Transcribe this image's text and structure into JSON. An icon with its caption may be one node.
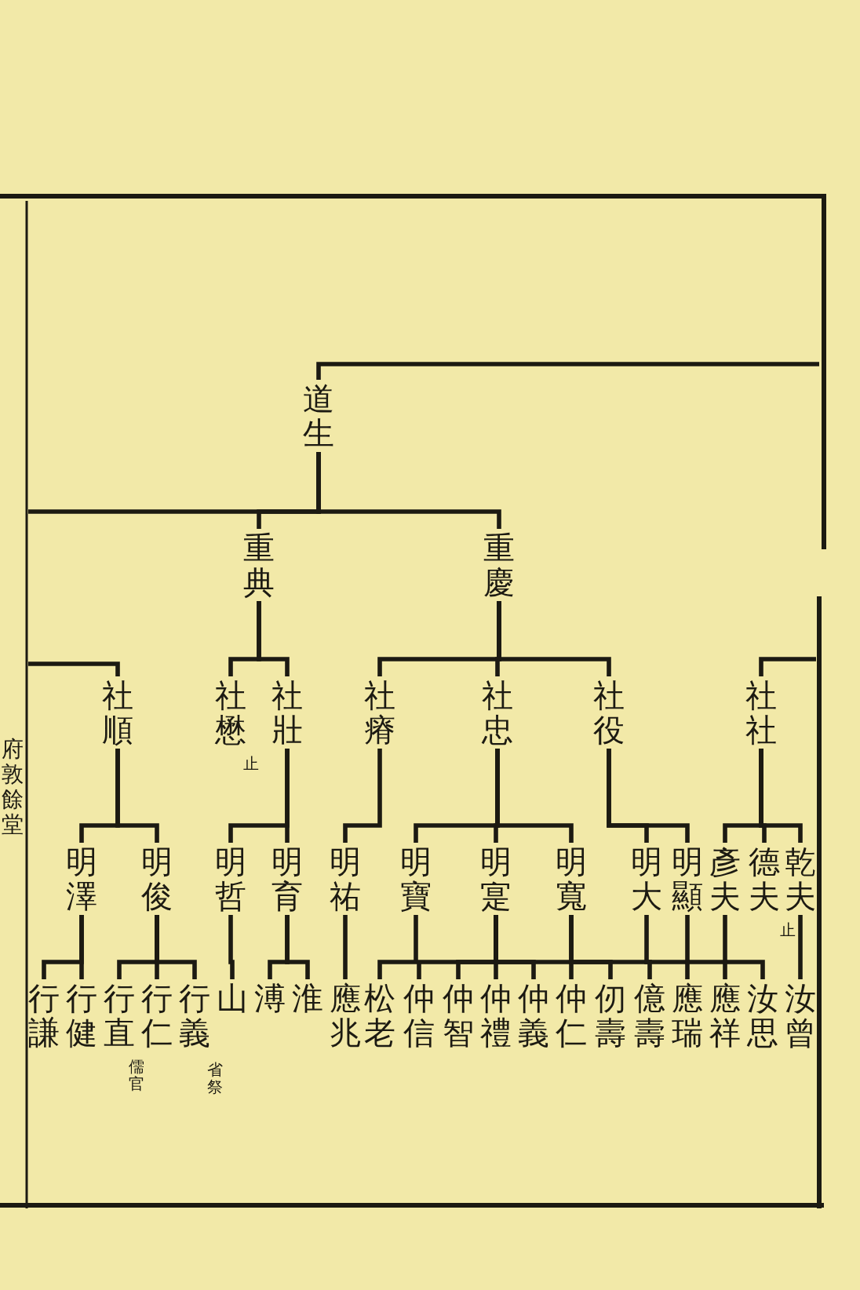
{
  "diagram": {
    "nodes": [
      {
        "text": [
          "道生"
        ]
      },
      {
        "text": [
          "重典"
        ]
      },
      {
        "text": [
          "重慶"
        ]
      },
      {
        "text": [
          "社順"
        ]
      },
      {
        "text": [
          "社懋"
        ],
        "beside": [
          "止"
        ]
      },
      {
        "text": [
          "社壯"
        ]
      },
      {
        "text": [
          "社瘠"
        ]
      },
      {
        "text": [
          "社忠"
        ]
      },
      {
        "text": [
          "社役"
        ]
      },
      {
        "text": [
          "社社"
        ]
      },
      {
        "text": [
          "明澤"
        ]
      },
      {
        "text": [
          "明俊"
        ]
      },
      {
        "text": [
          "明哲"
        ]
      },
      {
        "text": [
          "明育"
        ]
      },
      {
        "text": [
          "明祐"
        ]
      },
      {
        "text": [
          "明寶"
        ]
      },
      {
        "text": [
          "明寔"
        ]
      },
      {
        "text": [
          "明寬"
        ]
      },
      {
        "text": [
          "明大"
        ]
      },
      {
        "text": [
          "明顯"
        ]
      },
      {
        "text": [
          "彥夫"
        ]
      },
      {
        "text": [
          "德夫"
        ],
        "beside": [
          "止"
        ]
      },
      {
        "text": [
          "乾夫"
        ]
      },
      {
        "text": [
          "行謙"
        ]
      },
      {
        "text": [
          "行健"
        ]
      },
      {
        "text": [
          "行直"
        ],
        "beside": [
          "儒官"
        ]
      },
      {
        "text": [
          "行仁"
        ]
      },
      {
        "text": [
          "行義"
        ],
        "beside": [
          "省祭"
        ]
      },
      {
        "text": [
          "山"
        ]
      },
      {
        "text": [
          "溥"
        ]
      },
      {
        "text": [
          "淮"
        ]
      },
      {
        "text": [
          "應兆"
        ]
      },
      {
        "text": [
          "松老"
        ]
      },
      {
        "text": [
          "仲信"
        ]
      },
      {
        "text": [
          "仲智"
        ]
      },
      {
        "text": [
          "仲禮"
        ]
      },
      {
        "text": [
          "仲義"
        ]
      },
      {
        "text": [
          "仲仁"
        ]
      },
      {
        "text": [
          "仞壽"
        ]
      },
      {
        "text": [
          "億壽"
        ]
      },
      {
        "text": [
          "應瑞"
        ]
      },
      {
        "text": [
          "應祥"
        ]
      },
      {
        "text": [
          "汝思"
        ]
      },
      {
        "text": [
          "汝曾"
        ]
      }
    ],
    "edges": [
      {
        "from": null,
        "to": 0,
        "arrow": "none"
      },
      {
        "from": 0,
        "to": 1,
        "arrow": "none"
      },
      {
        "from": 0,
        "to": 2,
        "arrow": "none"
      },
      {
        "from": 0,
        "to": null,
        "arrow": "none"
      },
      {
        "from": 1,
        "to": 4,
        "arrow": "none"
      },
      {
        "from": 1,
        "to": 5,
        "arrow": "none"
      },
      {
        "from": 2,
        "to": 6,
        "arrow": "none"
      },
      {
        "from": 2,
        "to": 7,
        "arrow": "none"
      },
      {
        "from": 2,
        "to": 8,
        "arrow": "none"
      },
      {
        "from": null,
        "to": 3,
        "arrow": "none"
      },
      {
        "from": null,
        "to": 9,
        "arrow": "none"
      },
      {
        "from": 3,
        "to": 10,
        "arrow": "none"
      },
      {
        "from": 3,
        "to": 11,
        "arrow": "none"
      },
      {
        "from": 5,
        "to": 12,
        "arrow": "none"
      },
      {
        "from": 5,
        "to": 13,
        "arrow": "none"
      },
      {
        "from": 6,
        "to": 14,
        "arrow": "none"
      },
      {
        "from": 7,
        "to": 15,
        "arrow": "none"
      },
      {
        "from": 7,
        "to": 16,
        "arrow": "none"
      },
      {
        "from": 7,
        "to": 17,
        "arrow": "none"
      },
      {
        "from": 8,
        "to": 18,
        "arrow": "none"
      },
      {
        "from": 8,
        "to": 19,
        "arrow": "none"
      },
      {
        "from": 9,
        "to": 20,
        "arrow": "none"
      },
      {
        "from": 9,
        "to": 21,
        "arrow": "none"
      },
      {
        "from": 9,
        "to": 22,
        "arrow": "none"
      },
      {
        "from": 10,
        "to": 23,
        "arrow": "none"
      },
      {
        "from": 10,
        "to": 24,
        "arrow": "none"
      },
      {
        "from": 11,
        "to": 25,
        "arrow": "none"
      },
      {
        "from": 11,
        "to": 26,
        "arrow": "none"
      },
      {
        "from": 11,
        "to": 27,
        "arrow": "none"
      },
      {
        "from": 12,
        "to": 28,
        "arrow": "none"
      },
      {
        "from": 13,
        "to": 29,
        "arrow": "none"
      },
      {
        "from": 13,
        "to": 30,
        "arrow": "none"
      },
      {
        "from": 14,
        "to": 31,
        "arrow": "none"
      },
      {
        "from": 15,
        "to": 32,
        "arrow": "none"
      },
      {
        "from": 16,
        "to": 33,
        "arrow": "none"
      },
      {
        "from": 16,
        "to": 34,
        "arrow": "none"
      },
      {
        "from": 16,
        "to": 35,
        "arrow": "none"
      },
      {
        "from": 16,
        "to": 36,
        "arrow": "none"
      },
      {
        "from": 16,
        "to": 37,
        "arrow": "none"
      },
      {
        "from": 17,
        "to": 38,
        "arrow": "none"
      },
      {
        "from": 17,
        "to": 39,
        "arrow": "none"
      },
      {
        "from": 18,
        "to": 40,
        "arrow": "none"
      },
      {
        "from": 19,
        "to": 41,
        "arrow": "none"
      },
      {
        "from": 20,
        "to": 42,
        "arrow": "none"
      },
      {
        "from": 22,
        "to": 43,
        "arrow": "none"
      }
    ],
    "labels": [
      "府敦餘堂"
    ]
  }
}
